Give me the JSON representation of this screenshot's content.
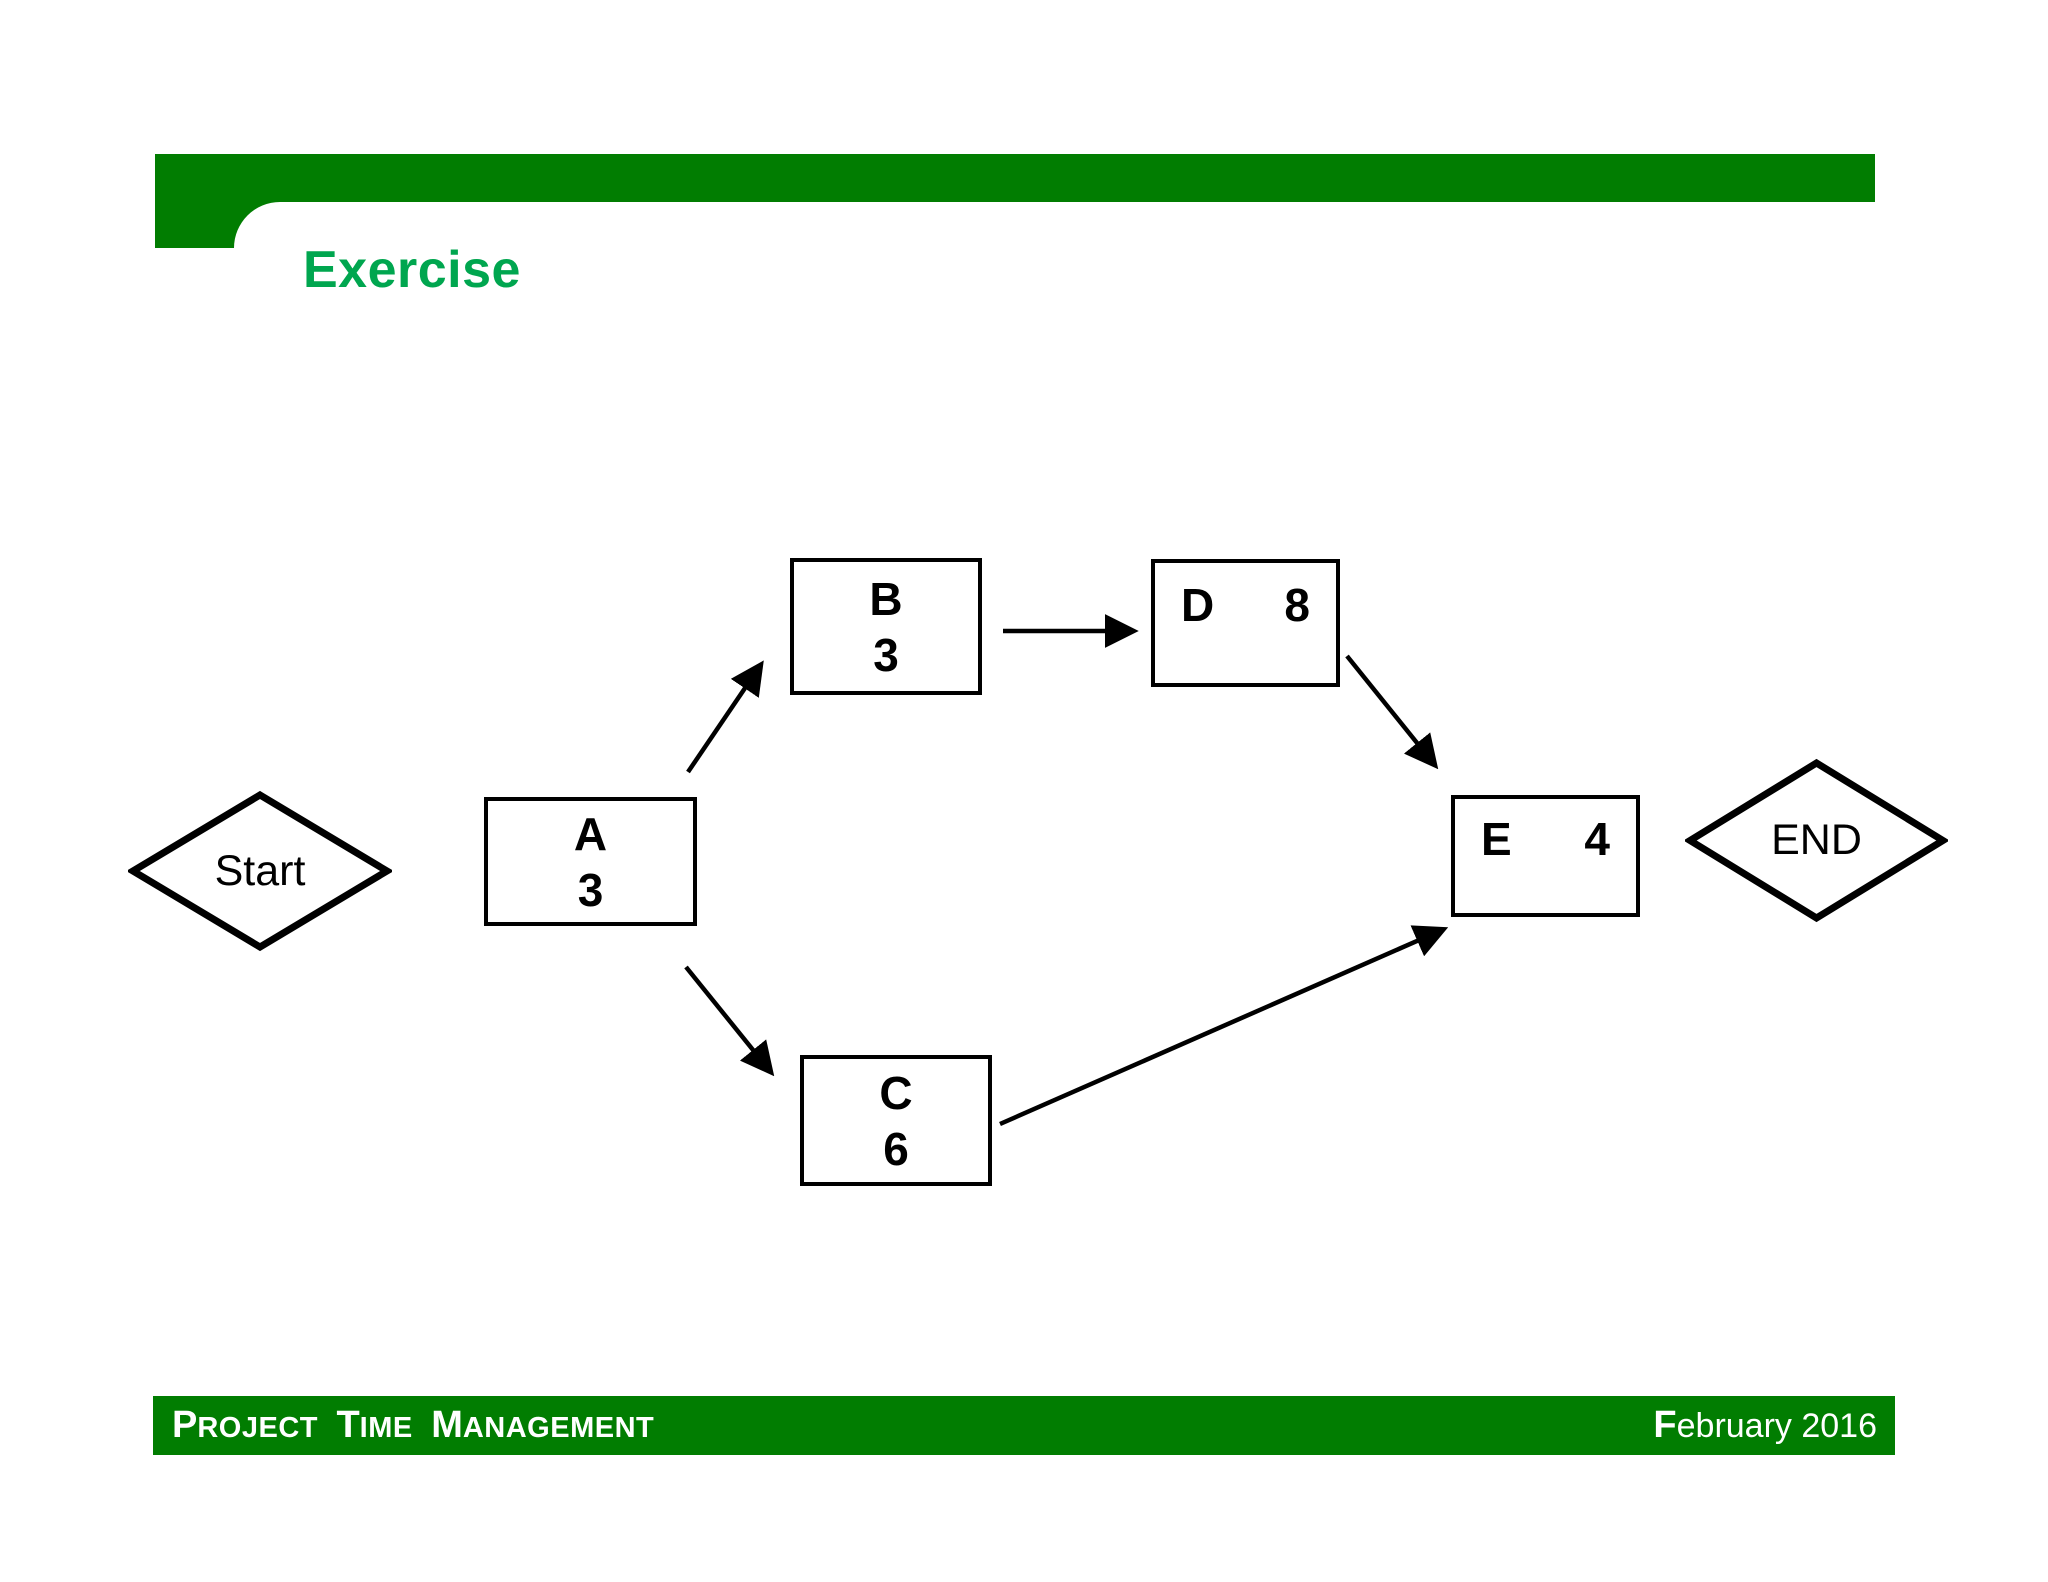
{
  "slide": {
    "title": "Exercise",
    "colors": {
      "bar_green": "#017d01",
      "title_green": "#00a64f",
      "ink": "#000000",
      "background": "#ffffff"
    }
  },
  "footer": {
    "left": {
      "words": [
        {
          "cap": "P",
          "rest": "ROJECT"
        },
        {
          "cap": "T",
          "rest": "IME"
        },
        {
          "cap": "M",
          "rest": "ANAGEMENT"
        }
      ]
    },
    "right": {
      "cap": "F",
      "rest": "ebruary 2016"
    }
  },
  "diagram": {
    "start": {
      "label": "Start"
    },
    "end": {
      "label": "END"
    },
    "tasks": {
      "A": {
        "name": "A",
        "duration": "3"
      },
      "B": {
        "name": "B",
        "duration": "3"
      },
      "C": {
        "name": "C",
        "duration": "6"
      },
      "D": {
        "name": "D",
        "duration": "8"
      },
      "E": {
        "name": "E",
        "duration": "4"
      }
    },
    "edges": [
      {
        "from": "A",
        "to": "B"
      },
      {
        "from": "A",
        "to": "C"
      },
      {
        "from": "B",
        "to": "D"
      },
      {
        "from": "D",
        "to": "E"
      },
      {
        "from": "C",
        "to": "E"
      }
    ]
  }
}
